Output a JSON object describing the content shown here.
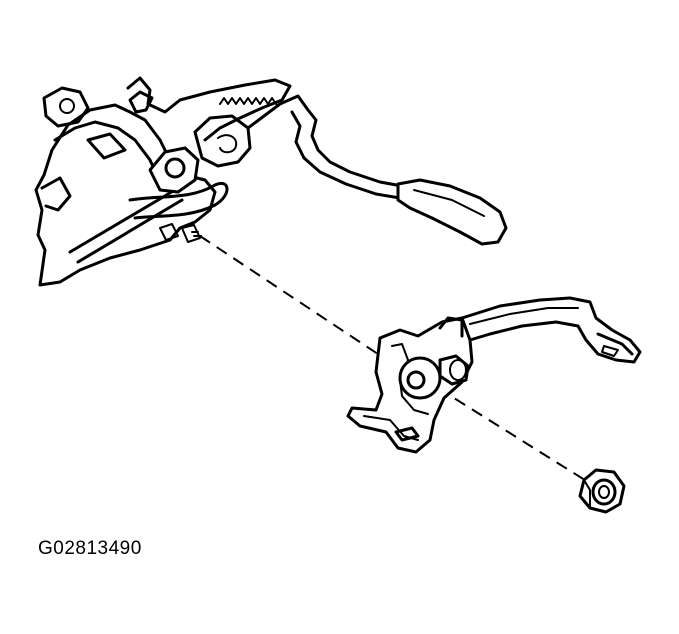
{
  "figure": {
    "code": "G02813490"
  },
  "parts": {
    "upper_assembly_icon": "steering-column-with-release-lever",
    "bracket_icon": "parking-brake-pedal-bracket",
    "nut_icon": "hex-nut"
  },
  "colors": {
    "ink": "#000000",
    "background": "#ffffff"
  }
}
